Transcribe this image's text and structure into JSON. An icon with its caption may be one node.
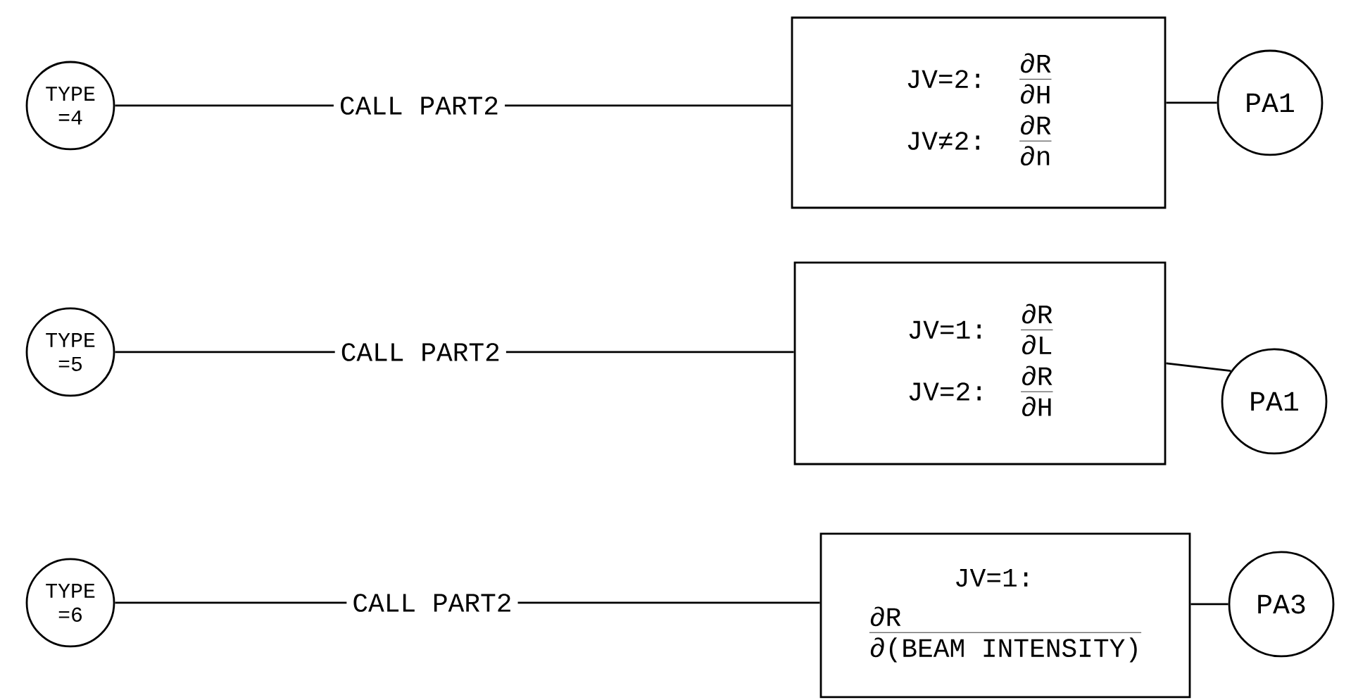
{
  "diagram": {
    "nodes": [
      {
        "text": [
          "TYPE =4"
        ]
      },
      {
        "text": [
          "JV=2:",
          "∂R",
          "∂H",
          "JV≠2:",
          "∂R",
          "∂n"
        ]
      },
      {
        "text": [
          "PA1"
        ]
      },
      {
        "text": [
          "TYPE =5"
        ]
      },
      {
        "text": [
          "JV=1:",
          "∂R",
          "∂L",
          "JV=2:",
          "∂R",
          "∂H"
        ]
      },
      {
        "text": [
          "PA1"
        ]
      },
      {
        "text": [
          "TYPE =6"
        ]
      },
      {
        "text": [
          "JV=1:",
          "∂R",
          "∂(BEAM INTENSITY)"
        ]
      },
      {
        "text": [
          "PA3"
        ]
      }
    ],
    "edges": [
      {
        "from": 0,
        "to": 1,
        "arrow": "none",
        "label": "CALL PART2"
      },
      {
        "from": 1,
        "to": 2,
        "arrow": "none"
      },
      {
        "from": 3,
        "to": 4,
        "arrow": "none",
        "label": "CALL PART2"
      },
      {
        "from": 4,
        "to": 5,
        "arrow": "none"
      },
      {
        "from": 6,
        "to": 7,
        "arrow": "none",
        "label": "CALL PART2"
      },
      {
        "from": 7,
        "to": 8,
        "arrow": "none"
      }
    ]
  }
}
